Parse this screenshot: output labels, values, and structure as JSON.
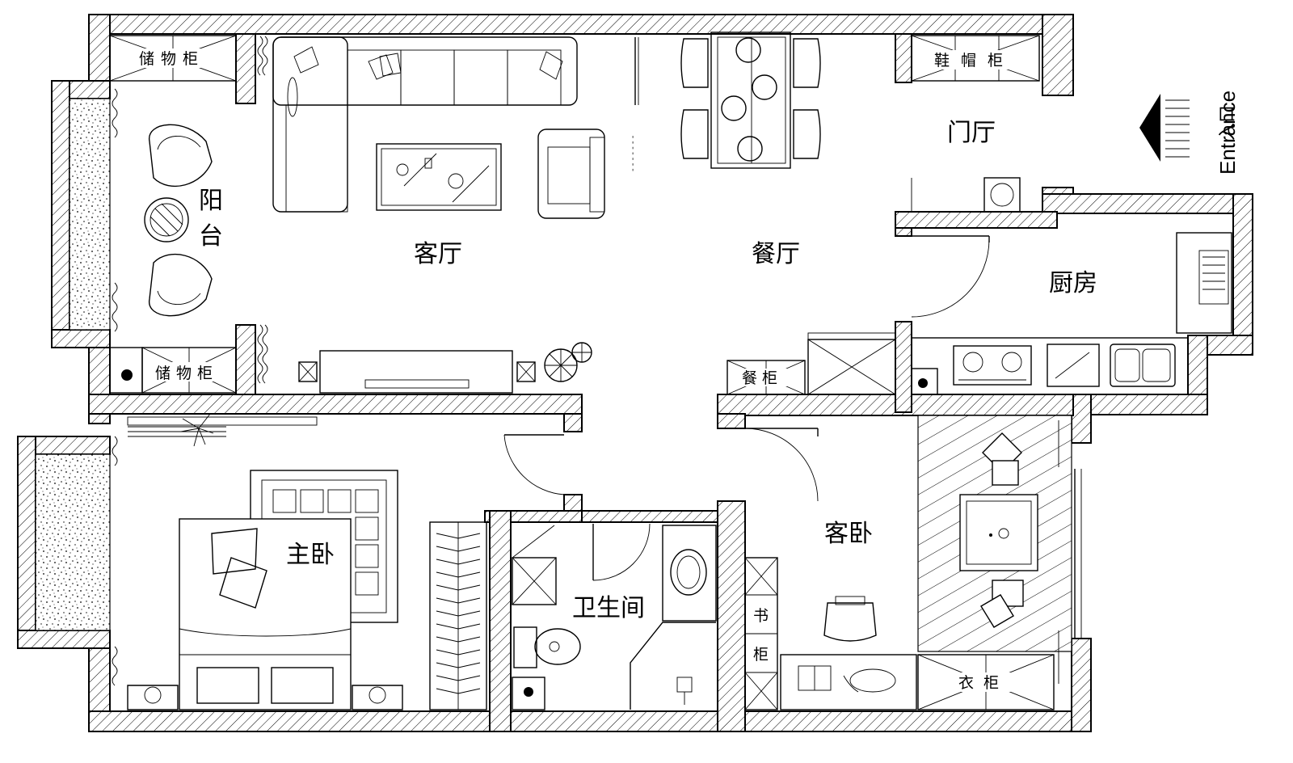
{
  "rooms": {
    "living_room": "客厅",
    "dining_room": "餐厅",
    "foyer": "门厅",
    "kitchen": "厨房",
    "balcony_char1": "阳",
    "balcony_char2": "台",
    "master_bedroom": "主卧",
    "guest_bedroom": "客卧",
    "bathroom": "卫生间"
  },
  "cabinets": {
    "storage_top": "储物柜",
    "storage_bottom": "储物柜",
    "shoe_cabinet": "鞋帽柜",
    "bookshelf_1": "书",
    "bookshelf_2": "柜",
    "wardrobe": "衣柜",
    "small_cabinet": "餐柜"
  },
  "entrance": {
    "cn": "入口",
    "en": "Entrance"
  },
  "colors": {
    "line": "#000000",
    "background": "#ffffff"
  }
}
